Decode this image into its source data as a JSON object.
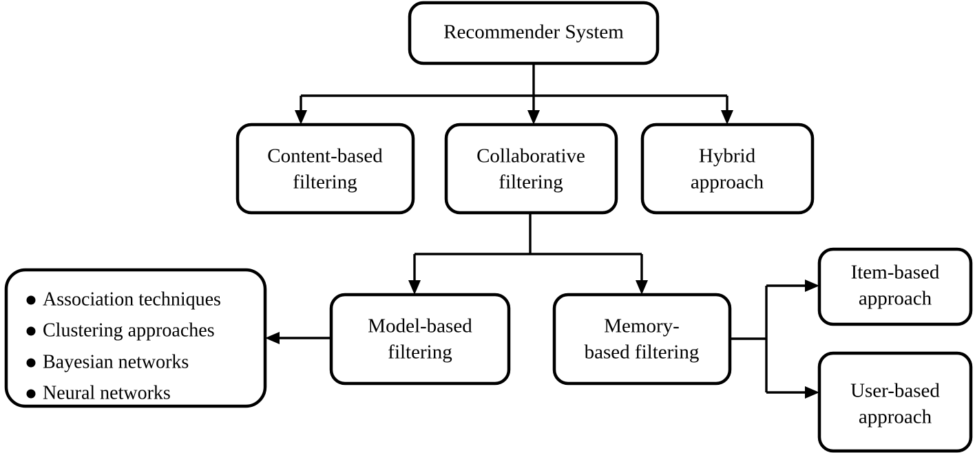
{
  "diagram": {
    "title": "Recommender System taxonomy flowchart",
    "accent_color": "#000000",
    "background_color": "#ffffff",
    "nodes": {
      "root": {
        "label": "Recommender System"
      },
      "content_based": {
        "line1": "Content-based",
        "line2": "filtering"
      },
      "collaborative": {
        "line1": "Collaborative",
        "line2": "filtering"
      },
      "hybrid": {
        "line1": "Hybrid",
        "line2": "approach"
      },
      "model_based": {
        "line1": "Model-based",
        "line2": "filtering"
      },
      "memory_based": {
        "line1": "Memory-",
        "line2": "based filtering"
      },
      "item_based": {
        "line1": "Item-based",
        "line2": "approach"
      },
      "user_based": {
        "line1": "User-based",
        "line2": "approach"
      },
      "techniques_list": {
        "items": [
          "Association techniques",
          "Clustering approaches",
          "Bayesian networks",
          "Neural networks"
        ]
      }
    },
    "edges": [
      {
        "from": "root",
        "to": "content_based",
        "arrow": "down"
      },
      {
        "from": "root",
        "to": "collaborative",
        "arrow": "down"
      },
      {
        "from": "root",
        "to": "hybrid",
        "arrow": "down"
      },
      {
        "from": "collaborative",
        "to": "model_based",
        "arrow": "down"
      },
      {
        "from": "collaborative",
        "to": "memory_based",
        "arrow": "down"
      },
      {
        "from": "model_based",
        "to": "techniques_list",
        "arrow": "left"
      },
      {
        "from": "memory_based",
        "to": "item_based",
        "arrow": "right"
      },
      {
        "from": "memory_based",
        "to": "user_based",
        "arrow": "right"
      }
    ]
  }
}
